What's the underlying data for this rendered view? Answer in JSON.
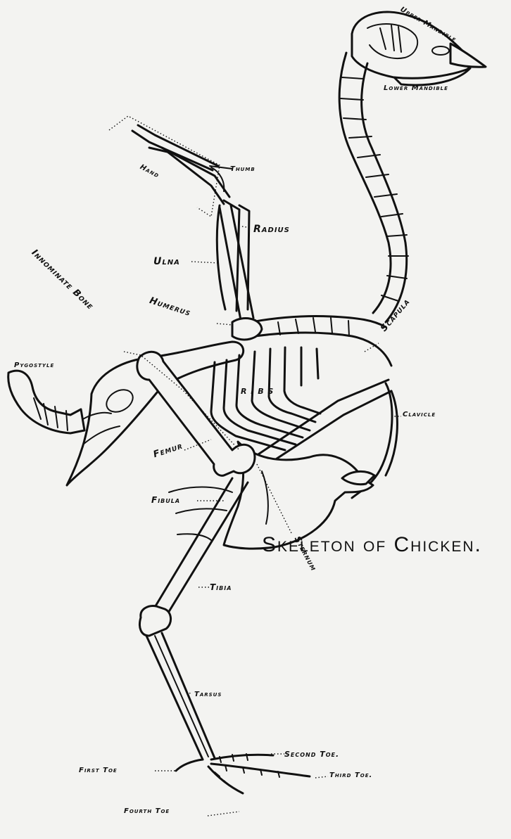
{
  "title": "Skeleton of Chicken.",
  "labels": {
    "upper_mandible": "Upper Mandible",
    "lower_mandible": "Lower Mandible",
    "thumb": "Thumb",
    "hand": "Hand",
    "radius": "Radius",
    "ulna": "Ulna",
    "innominate_bone": "Innominate Bone",
    "humerus": "Humerus",
    "scapula": "Scapula",
    "pygostyle": "Pygostyle",
    "ribs": "R I B S",
    "clavicle": "Clavicle",
    "femur": "Femur",
    "fibula": "Fibula",
    "sternum": "Sternum",
    "tibia": "Tibia",
    "tarsus": "Tarsus",
    "first_toe": "First Toe",
    "second_toe": "Second Toe.",
    "third_toe": "Third Toe.",
    "fourth_toe": "Fourth Toe"
  },
  "colors": {
    "ink": "#111111",
    "paper": "#f3f3f1"
  }
}
